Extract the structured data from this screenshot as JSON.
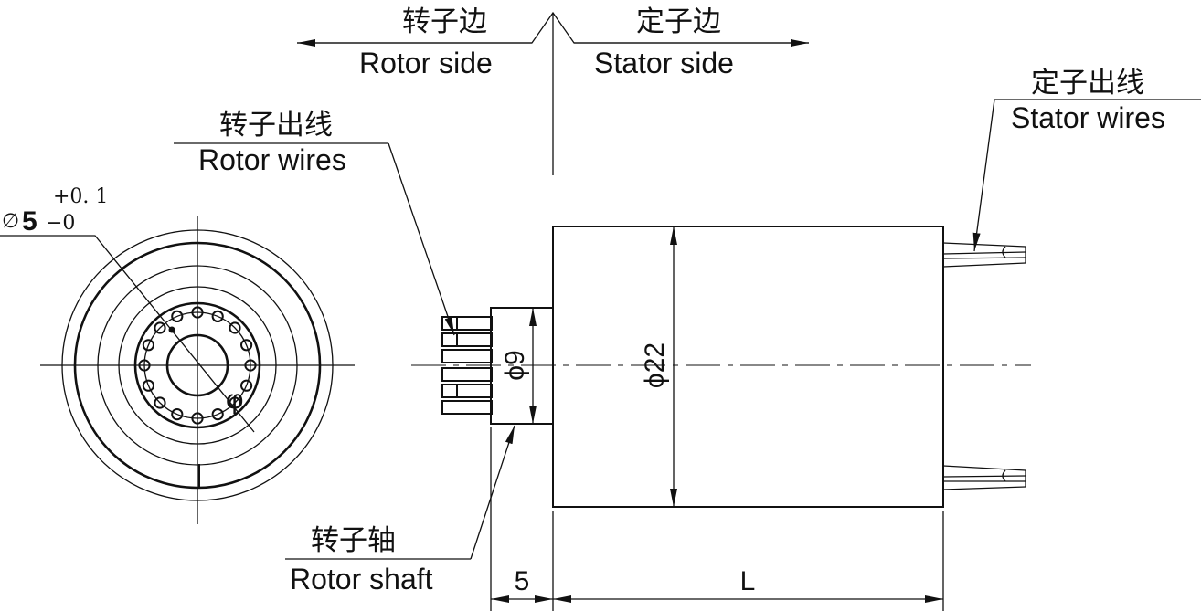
{
  "labels": {
    "rotor_side_cn": "转子边",
    "rotor_side_en": "Rotor side",
    "stator_side_cn": "定子边",
    "stator_side_en": "Stator side",
    "rotor_wires_cn": "转子出线",
    "rotor_wires_en": "Rotor wires",
    "stator_wires_cn": "定子出线",
    "stator_wires_en": "Stator wires",
    "rotor_shaft_cn": "转子轴",
    "rotor_shaft_en": "Rotor shaft"
  },
  "dimensions": {
    "bore_symbol": "∅",
    "bore_value": "5",
    "bore_tol_upper": "+0. 1",
    "bore_tol_lower": "−0",
    "shaft_diameter": "ϕ9",
    "body_diameter": "ϕ22",
    "shaft_length": "5",
    "body_length": "L"
  },
  "end_view": {
    "hole_count": 16
  }
}
